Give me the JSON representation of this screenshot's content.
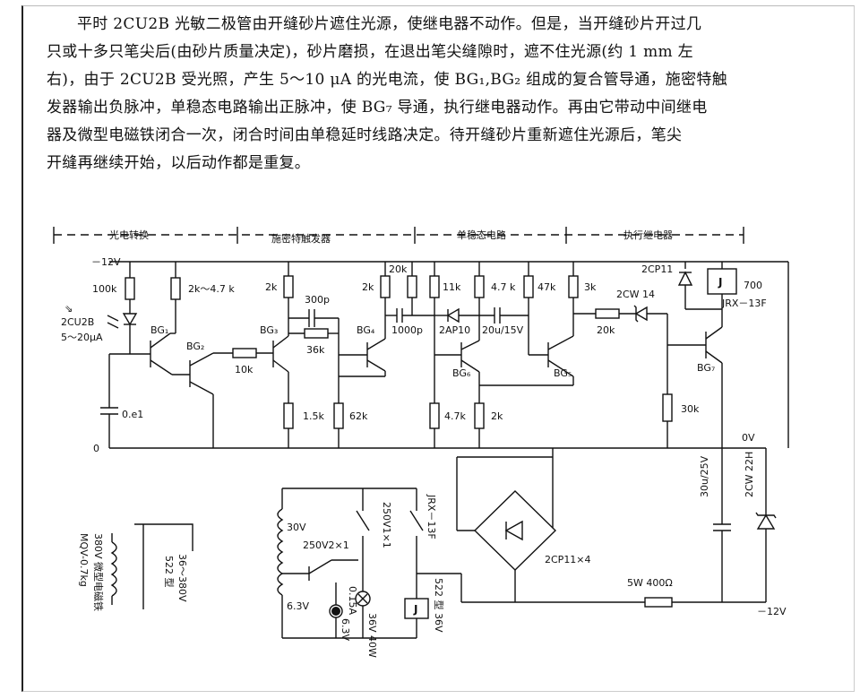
{
  "paragraph": [
    "平时 2CU2B 光敏二极管由开缝砂片遮住光源，使继电器不动作。但是，当开缝砂片开过几",
    "只或十多只笔尖后(由砂片质量决定)，砂片磨损，在退出笔尖缝隙时，遮不住光源(约 1 mm 左",
    "右)，由于 2CU2B 受光照，产生 5～10 μA 的光电流，使 BG₁,BG₂ 组成的复合管导通，施密特触",
    "发器输出负脉冲，单稳态电路输出正脉冲，使 BG₇ 导通，执行继电器动作。再由它带动中间继电",
    "器及微型电磁铁闭合一次，闭合时间由单稳延时线路决定。待开缝砂片重新遮住光源后，笔尖",
    "开缝再继续开始，以后动作都是重复。"
  ],
  "sections": {
    "photo": "光电转换",
    "schmitt": "施密特触发器",
    "mono": "单稳态电路",
    "relay": "执行继电器"
  },
  "rails": {
    "vneg": "－12V",
    "zero": "0",
    "zero_v": "0V",
    "vneg_bottom": "－12V"
  },
  "components": {
    "r_100k": "100k",
    "r_2k47": "2k～4.7 k",
    "r_2k_a": "2k",
    "c_300p": "300p",
    "r_36k": "36k",
    "r_20k_a": "20k",
    "r_2k_b": "2k",
    "r_11k": "11k",
    "r_4k7_a": "4.7 k",
    "r_47k": "47k",
    "r_3k": "3k",
    "d_2cp11_top": "2CP11",
    "relay_700": "700",
    "relay_j": "J",
    "relay_model": "JRX－13F",
    "zener_14": "2CW 14",
    "r_20k_b": "20k",
    "c_1000p": "1000p",
    "d_2ap10": "2AP10",
    "c_20u": "20u/15V",
    "photo_diode": "2CU2B",
    "photo_current": "5～20μA",
    "bg1": "BG₁",
    "bg2": "BG₂",
    "bg3": "BG₃",
    "bg4": "BG₄",
    "bg5": "BG₅",
    "bg6": "BG₆",
    "bg7": "BG₇",
    "r_10k": "10k",
    "c_0e1": "0.e1",
    "r_1k5": "1.5k",
    "r_62k": "62k",
    "r_4k7_b": "4.7k",
    "r_2k_c": "2k",
    "r_30k": "30k",
    "c_30u": "30u/25V",
    "zener_22h": "2CW 22H",
    "bridge": "2CP11×4",
    "r_5w": "5W  400Ω",
    "t_30v": "30V",
    "t_63v": "6.3V",
    "sw_250v2": "250V2×1",
    "sw_250v1": "250V1×1",
    "sw_jrx": "JRX－13F",
    "fuse": "0.15A",
    "lamp_63v": "6.3V",
    "lamp_36v": "36V 40W",
    "relay_522": "522 型 36V",
    "relay_522_j": "J",
    "magnet_line1": "MQV-0.7kg",
    "magnet_line2": "380V 微型电磁铁",
    "magnet_type": "522 型",
    "magnet_range": "36～380V"
  }
}
